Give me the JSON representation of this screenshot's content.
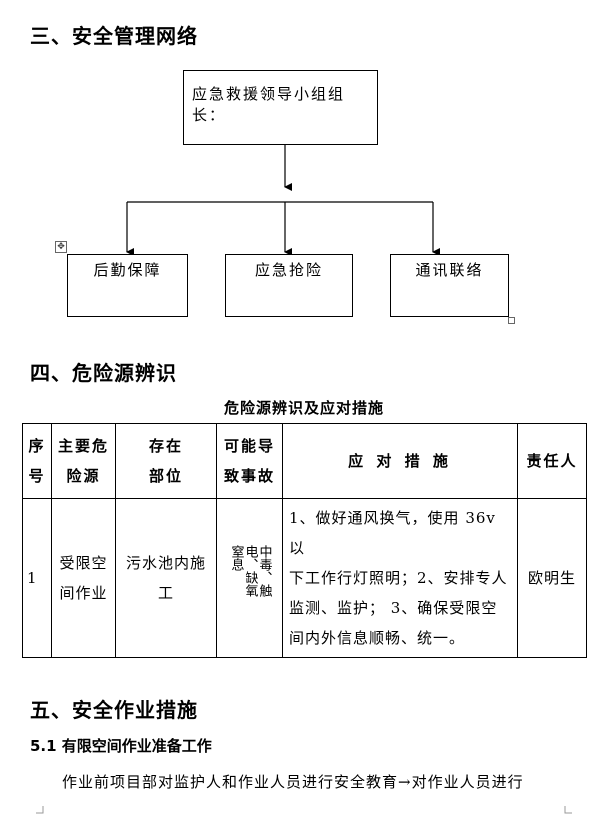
{
  "sections": {
    "s3_title": "三、安全管理网络",
    "s4_title": "四、危险源辨识",
    "s5_title": "五、安全作业措施",
    "s5_1_title": "5.1 有限空间作业准备工作",
    "s5_1_text": "作业前项目部对监护人和作业人员进行安全教育→对作业人员进行"
  },
  "org_chart": {
    "top": "应急救援领导小组组长：",
    "children": [
      "后勤保障",
      "应急抢险",
      "通讯联络"
    ]
  },
  "hazard_table": {
    "title": "危险源辨识及应对措施",
    "headers": {
      "no": [
        "序",
        "号"
      ],
      "source": [
        "主要危",
        "险源"
      ],
      "location": [
        "存在",
        "部位"
      ],
      "accident": [
        "可能导",
        "致事故"
      ],
      "measures": "应 对 措 施",
      "owner": "责任人"
    },
    "rows": [
      {
        "no": "1",
        "source": [
          "受限空",
          "间作业"
        ],
        "location": [
          "污水池内施",
          "工"
        ],
        "accident": "中毒、触电、缺氧窒息",
        "measures": [
          "1、做好通风换气，使用 36v 以",
          "下工作行灯照明；2、安排专人",
          "监测、监护；  3、确保受限空",
          "间内外信息顺畅、统一。"
        ],
        "owner": "欧明生"
      }
    ]
  }
}
